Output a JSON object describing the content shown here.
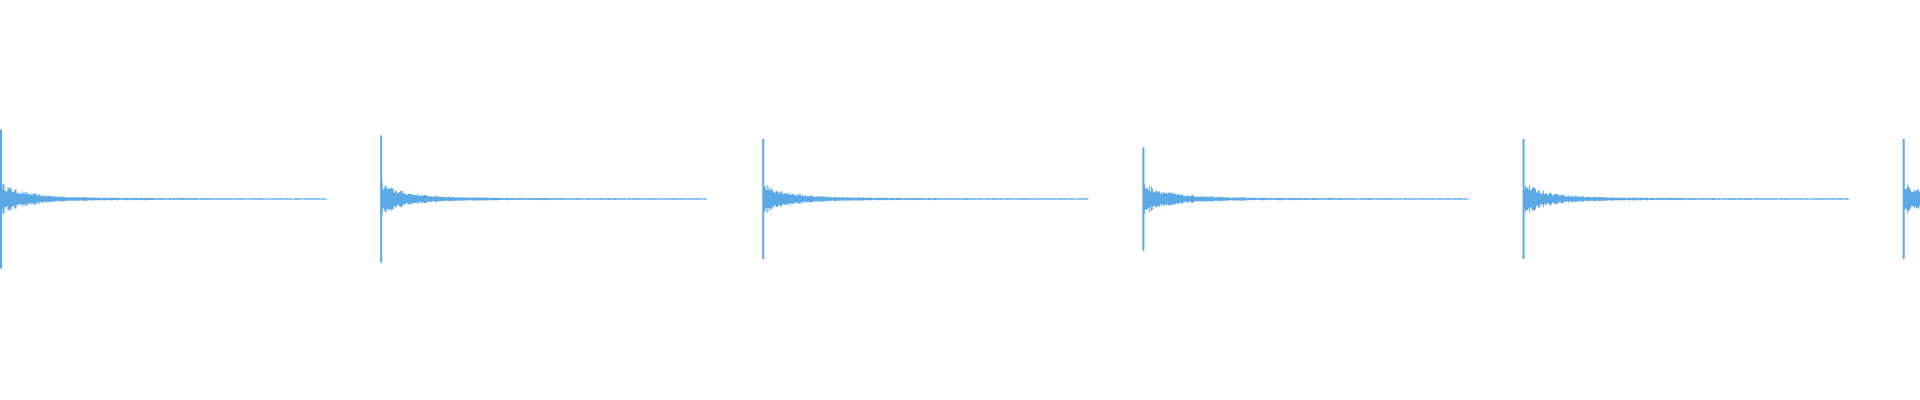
{
  "waveform": {
    "color": "#5aa9e6",
    "background": "#ffffff",
    "transient_count": 6,
    "transients": [
      {
        "time_fraction": 0.0,
        "peak_up": 0.58,
        "peak_down": 0.58,
        "decay_fraction": 0.17
      },
      {
        "time_fraction": 0.198,
        "peak_up": 0.53,
        "peak_down": 0.53,
        "decay_fraction": 0.17
      },
      {
        "time_fraction": 0.397,
        "peak_up": 0.5,
        "peak_down": 0.5,
        "decay_fraction": 0.17
      },
      {
        "time_fraction": 0.595,
        "peak_up": 0.43,
        "peak_down": 0.43,
        "decay_fraction": 0.17
      },
      {
        "time_fraction": 0.793,
        "peak_up": 0.5,
        "peak_down": 0.5,
        "decay_fraction": 0.17
      },
      {
        "time_fraction": 0.991,
        "peak_up": 0.5,
        "peak_down": 0.5,
        "decay_fraction": 0.17
      }
    ],
    "tail_dash_pattern": "dotted"
  }
}
